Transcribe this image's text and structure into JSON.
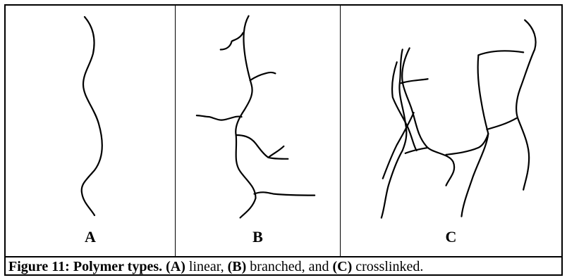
{
  "panels": [
    {
      "id": "A",
      "label": "A"
    },
    {
      "id": "B",
      "label": "B"
    },
    {
      "id": "C",
      "label": "C"
    }
  ],
  "caption": {
    "prefix": "Figure 11: Polymer types.",
    "parts": [
      {
        "tag": "(A)",
        "text": " linear, "
      },
      {
        "tag": "(B)",
        "text": " branched, and "
      },
      {
        "tag": "(C)",
        "text": " crosslinked."
      }
    ]
  }
}
